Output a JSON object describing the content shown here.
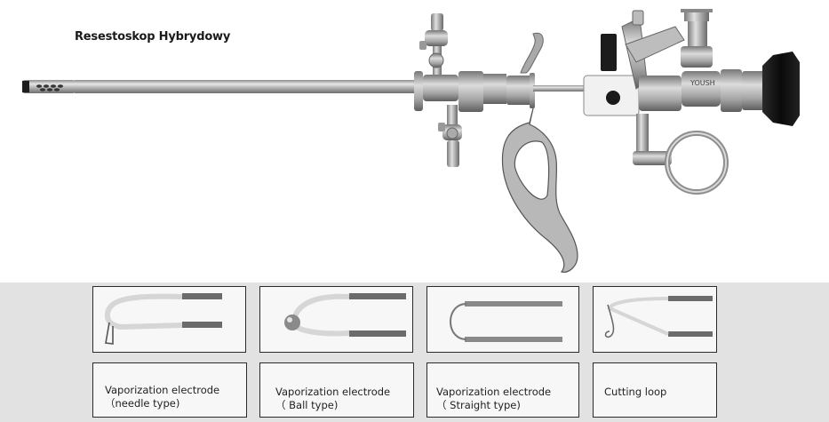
{
  "title": "Resestoskop Hybrydowy",
  "brand_marking": "YOUSH",
  "electrodes": [
    {
      "name_line1": "Vaporization electrode",
      "name_line2": "（needle type)"
    },
    {
      "name_line1": "Vaporization electrode",
      "name_line2": "（ Ball  type)"
    },
    {
      "name_line1": "Vaporization electrode",
      "name_line2": "（ Straight type)"
    },
    {
      "name_line1": "Cutting loop",
      "name_line2": ""
    }
  ],
  "colors": {
    "background": "#ffffff",
    "band": "#e2e2e2",
    "tile": "#f7f7f7",
    "border": "#2b2b2b",
    "steel": "#b9b9b9",
    "eyepiece": "#151515"
  }
}
